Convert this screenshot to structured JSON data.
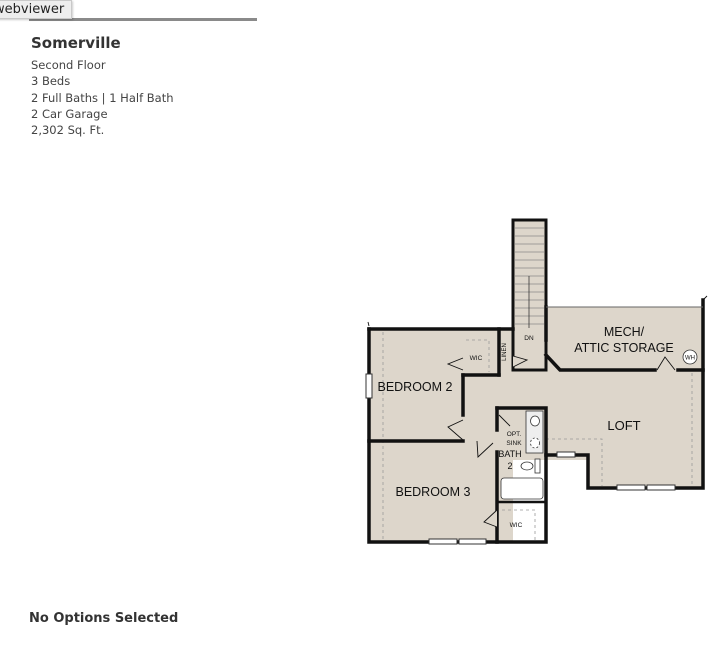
{
  "plan": {
    "title": "Somerville",
    "floor": "Second Floor",
    "beds": "3 Beds",
    "baths": "2 Full Baths | 1 Half Bath",
    "garage": "2 Car Garage",
    "area": "2,302 Sq. Ft."
  },
  "tooltip": "webviewer",
  "floorplan": {
    "rooms": {
      "bedroom2": "BEDROOM 2",
      "bedroom3": "BEDROOM 3",
      "loft": "LOFT",
      "mech1": "MECH/",
      "mech2": "ATTIC STORAGE",
      "wh": "WH",
      "wic1": "WIC",
      "wic2": "WIC",
      "linen": "LINEN",
      "dn": "DN",
      "opt1": "OPT.",
      "opt2": "SINK",
      "bath1": "BATH",
      "bath2": "2"
    },
    "colors": {
      "floor": "#ddd6cb",
      "wall": "#111111"
    }
  },
  "footer": "No Options Selected"
}
